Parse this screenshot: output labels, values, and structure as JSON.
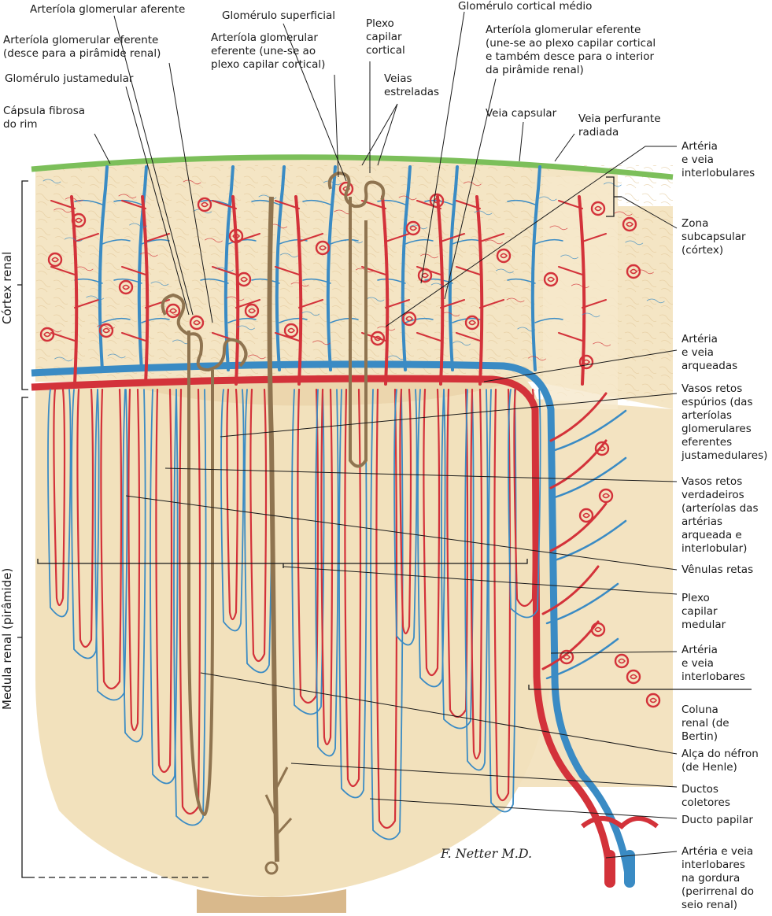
{
  "colors": {
    "artery": "#d3323a",
    "vein": "#3a8bc4",
    "tubule": "#8f7450",
    "capsule": "#7cbf5a",
    "tissue": "#f4e5c4",
    "tissue_dark": "#e9d2a6",
    "capsule_fiber": "#e6cfa7"
  },
  "labels": {
    "arteriola_aferente": "Arteríola glomerular aferente",
    "arteriola_eferente_desce": "Arteríola glomerular eferente\n(desce para a pirâmide renal)",
    "glomerulo_justamedular": "Glomérulo justamedular",
    "capsula_fibrosa": "Cápsula fibrosa\ndo rim",
    "glomerulo_superficial": "Glomérulo superficial",
    "arteriola_eferente_plexo": "Arteríola glomerular\neferente (une-se ao\nplexo capilar cortical)",
    "plexo_capilar_cortical": "Plexo\ncapilar\ncortical",
    "veias_estreladas": "Veias\nestreladas",
    "glomerulo_cortical_medio": "Glomérulo cortical médio",
    "arteriola_eferente_ambos": "Arteríola glomerular eferente\n(une-se ao plexo capilar cortical\ne também desce para o interior\nda pirâmide renal)",
    "veia_capsular": "Veia capsular",
    "veia_perfurante": "Veia perfurante\nradiada",
    "arteria_veia_interlobulares": "Artéria\ne veia\ninterlobulares",
    "zona_subcapsular": "Zona\nsubcapsular\n(córtex)",
    "arteria_veia_arqueadas": "Artéria\ne veia\narqueadas",
    "vasos_retos_espurios": "Vasos retos\nespúrios (das\narteríolas\nglomerulares\neferentes\njustamedulares)",
    "vasos_retos_verdadeiros": "Vasos retos\nverdadeiros\n(arteríolas das\nartérias\narqueada e\ninterlobular)",
    "venulas_retas": "Vênulas retas",
    "plexo_capilar_medular": "Plexo\ncapilar\nmedular",
    "arteria_veia_interlobares": "Artéria\ne veia\ninterlobares",
    "coluna_renal": "Coluna\nrenal (de\nBertin)",
    "alca_nefron": "Alça do néfron\n(de Henle)",
    "ductos_coletores": "Ductos\ncoletores",
    "ducto_papilar": "Ducto papilar",
    "arteria_veia_gordura": "Artéria e veia\ninterlobares\nna gordura\n(perirrenal do\nseio renal)",
    "cortex_renal": "Córtex renal",
    "medula_renal": "Medula renal (pirâmide)"
  },
  "signature": "F. Netter M.D."
}
